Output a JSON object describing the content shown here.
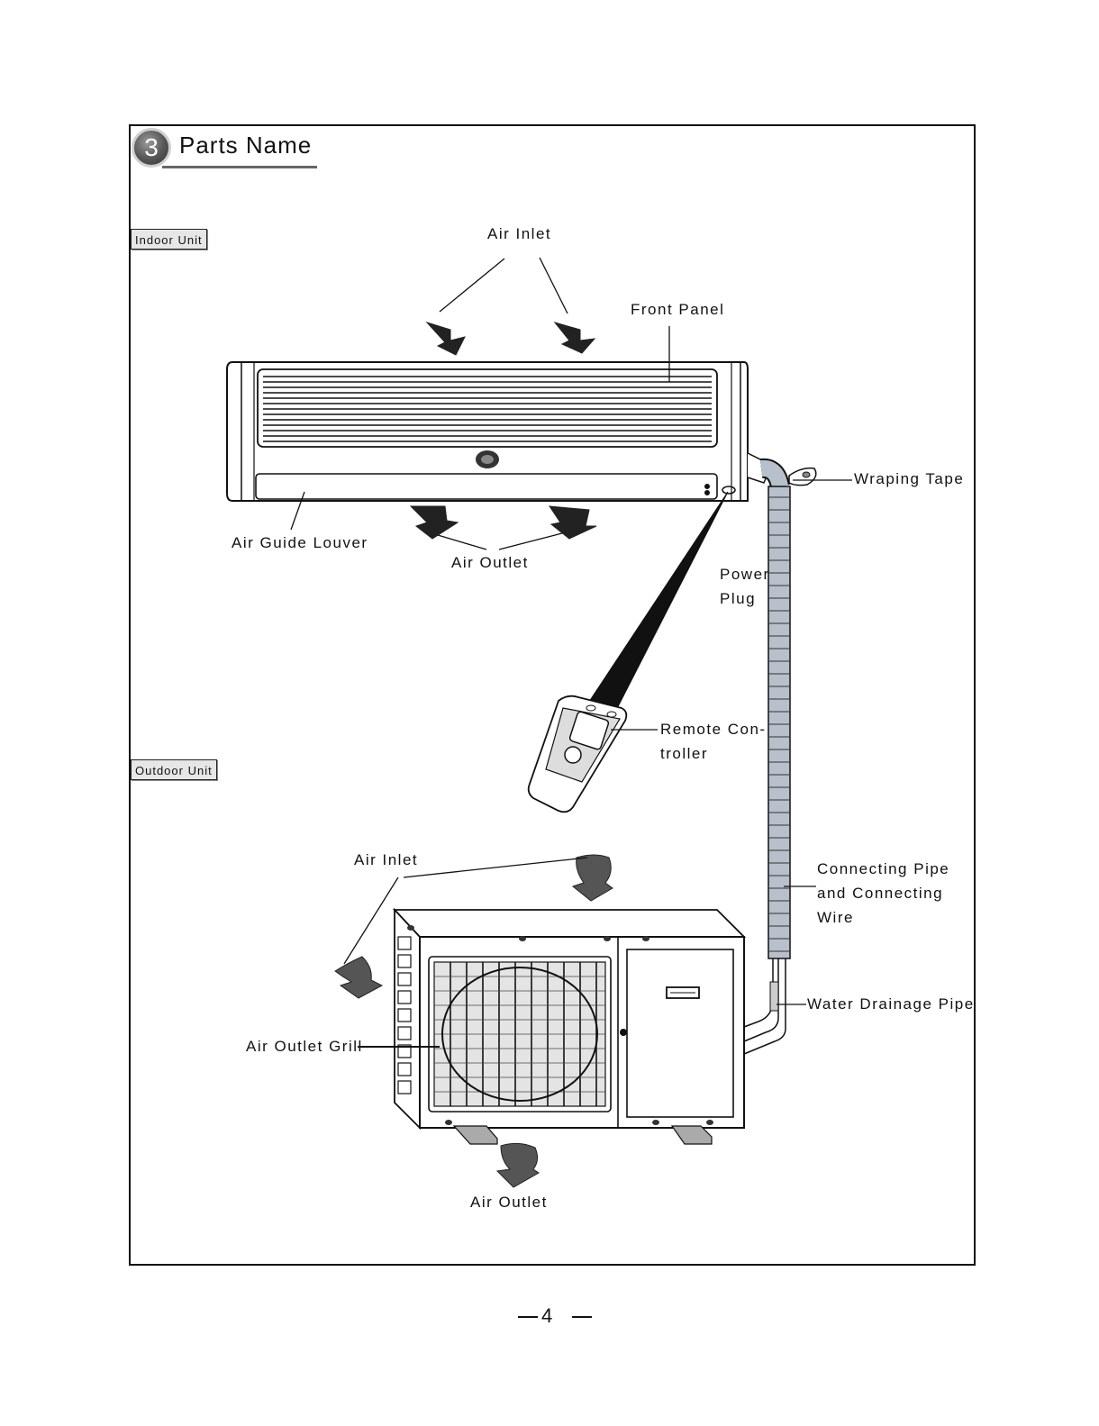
{
  "section": {
    "number": "3",
    "title": "Parts Name"
  },
  "groups": {
    "indoor": "Indoor Unit",
    "outdoor": "Outdoor Unit"
  },
  "labels": {
    "air_inlet_indoor": "Air  Inlet",
    "front_panel": "Front  Panel",
    "wraping_tape": "Wraping  Tape",
    "air_guide_louver": "Air  Guide Louver",
    "air_outlet_indoor": "Air Outlet",
    "power_plug": "Power\nPlug",
    "remote_controller": "Remote Con-\ntroller",
    "air_inlet_outdoor": "Air Inlet",
    "connecting_pipe": "Connecting Pipe\nand Connecting\nWire",
    "water_drainage_pipe": "Water Drainage Pipe",
    "air_outlet_grill": "Air Outlet Grill",
    "air_outlet_outdoor": "Air Outlet"
  },
  "page_number": "4"
}
